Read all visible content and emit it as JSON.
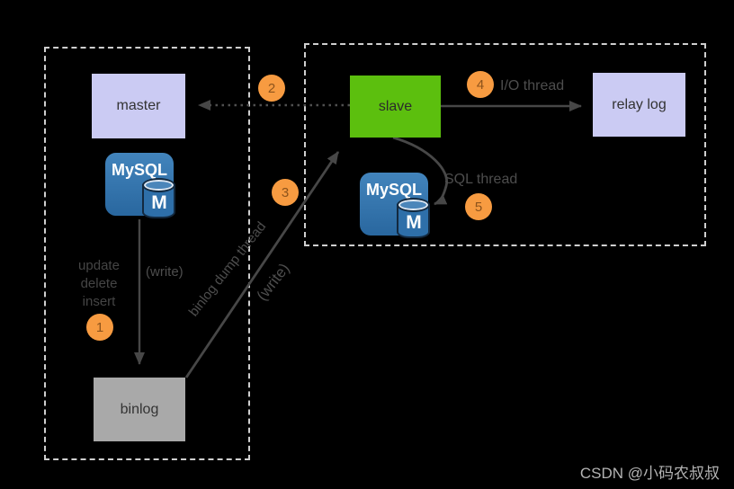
{
  "nodes": {
    "master": "master",
    "slave": "slave",
    "relay_log": "relay log",
    "binlog": "binlog"
  },
  "logo": {
    "brand": "MySQL",
    "letter": "M"
  },
  "steps": {
    "s1": "1",
    "s2": "2",
    "s3": "3",
    "s4": "4",
    "s5": "5"
  },
  "labels": {
    "client_ops": "update\ndelete\ninsert",
    "write_vertical": "(write)",
    "binlog_dump_thread": "binlog dump thread",
    "write_diagonal": "(write)",
    "io_thread": "I/O thread",
    "sql_thread": "SQL thread"
  },
  "watermark": "CSDN @小码农叔叔",
  "colors": {
    "background": "#000000",
    "dashed_border": "#cfcfcf",
    "node_lavender": "#cbcbf3",
    "node_green": "#5cbf0e",
    "node_gray": "#a9a9a9",
    "step_circle_fill": "#f79b41",
    "step_circle_text": "#8c531c",
    "arrow_stroke": "#474747",
    "label_text": "#4d4d4d",
    "mysql_blue": "#2e6fa9",
    "watermark_text": "#b3b3b3"
  }
}
